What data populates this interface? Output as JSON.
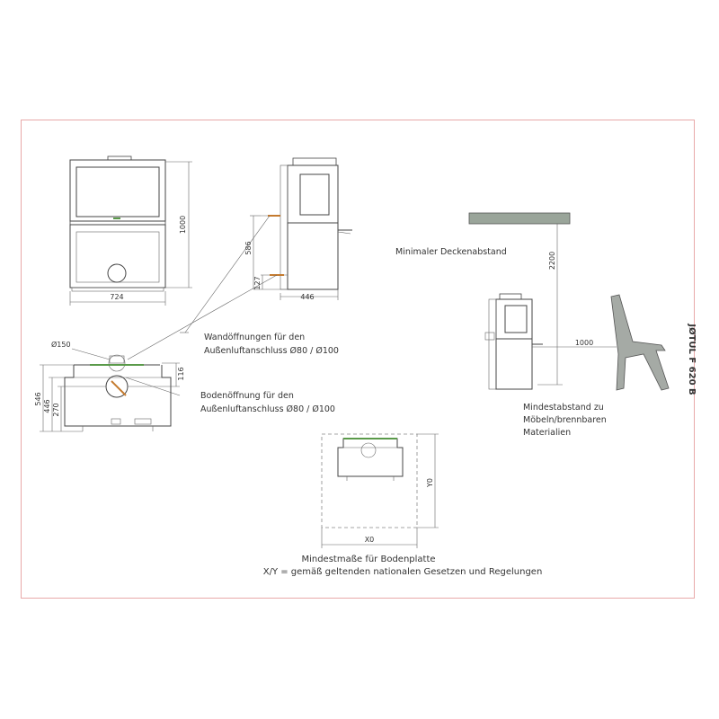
{
  "colors": {
    "frame": "#e8a9a9",
    "line": "#444444",
    "ceiling": "#9aa59a",
    "chair": "#a5aaa5",
    "green": "#5a9a4a",
    "dashed": "#888888"
  },
  "product": {
    "title": "JØTUL F 620 B"
  },
  "front_view": {
    "width_dim": "724",
    "height_dim": "1000"
  },
  "side_view": {
    "depth_dim": "446",
    "rear_outlet_height": "586",
    "floor_outlet_height": "127"
  },
  "top_view": {
    "flue_diameter": "Ø150",
    "depth_total": "546",
    "depth_body": "446",
    "outlet_offset_y": "270",
    "outlet_offset_x": "116"
  },
  "callouts": {
    "wall_opening": [
      "Wandöffnungen für den",
      "Außenluftanschluss Ø80 / Ø100"
    ],
    "floor_opening": [
      "Bodenöffnung für den",
      "Außenluftanschluss Ø80 / Ø100"
    ]
  },
  "clearances": {
    "ceiling_label": "Minimaler Deckenabstand",
    "ceiling_dim": "2200",
    "furniture_dim": "1000",
    "furniture_label": [
      "Mindestabstand zu",
      "Möbeln/brennbaren",
      "Materialien"
    ]
  },
  "floor_plate": {
    "x_dim": "X0",
    "y_dim": "Y0",
    "caption": [
      "Mindestmaße für Bodenplatte",
      "X/Y = gemäß geltenden nationalen Gesetzen und Regelungen"
    ]
  }
}
